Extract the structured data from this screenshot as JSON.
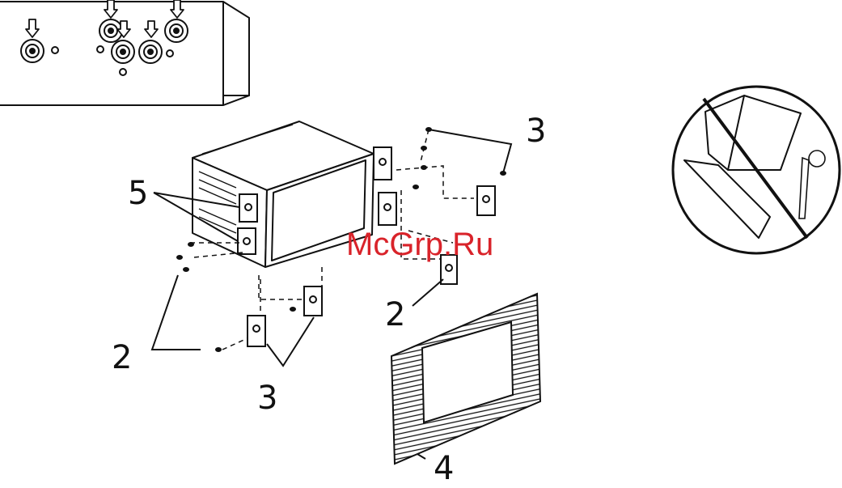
{
  "callouts": {
    "brackets_upper": "3",
    "brackets_lower": "3",
    "screws_left": "2",
    "screws_right": "2",
    "trim_ring": "4",
    "mount_screws": "5"
  },
  "watermark": "McGrp.Ru",
  "colors": {
    "line": "#111111",
    "watermark": "#d9232a",
    "background": "#ffffff"
  },
  "icons": {
    "connector_arrow": "down-arrow-icon",
    "rca_jack": "rca-jack-icon",
    "prohibited": "no-entry-sign-icon"
  }
}
